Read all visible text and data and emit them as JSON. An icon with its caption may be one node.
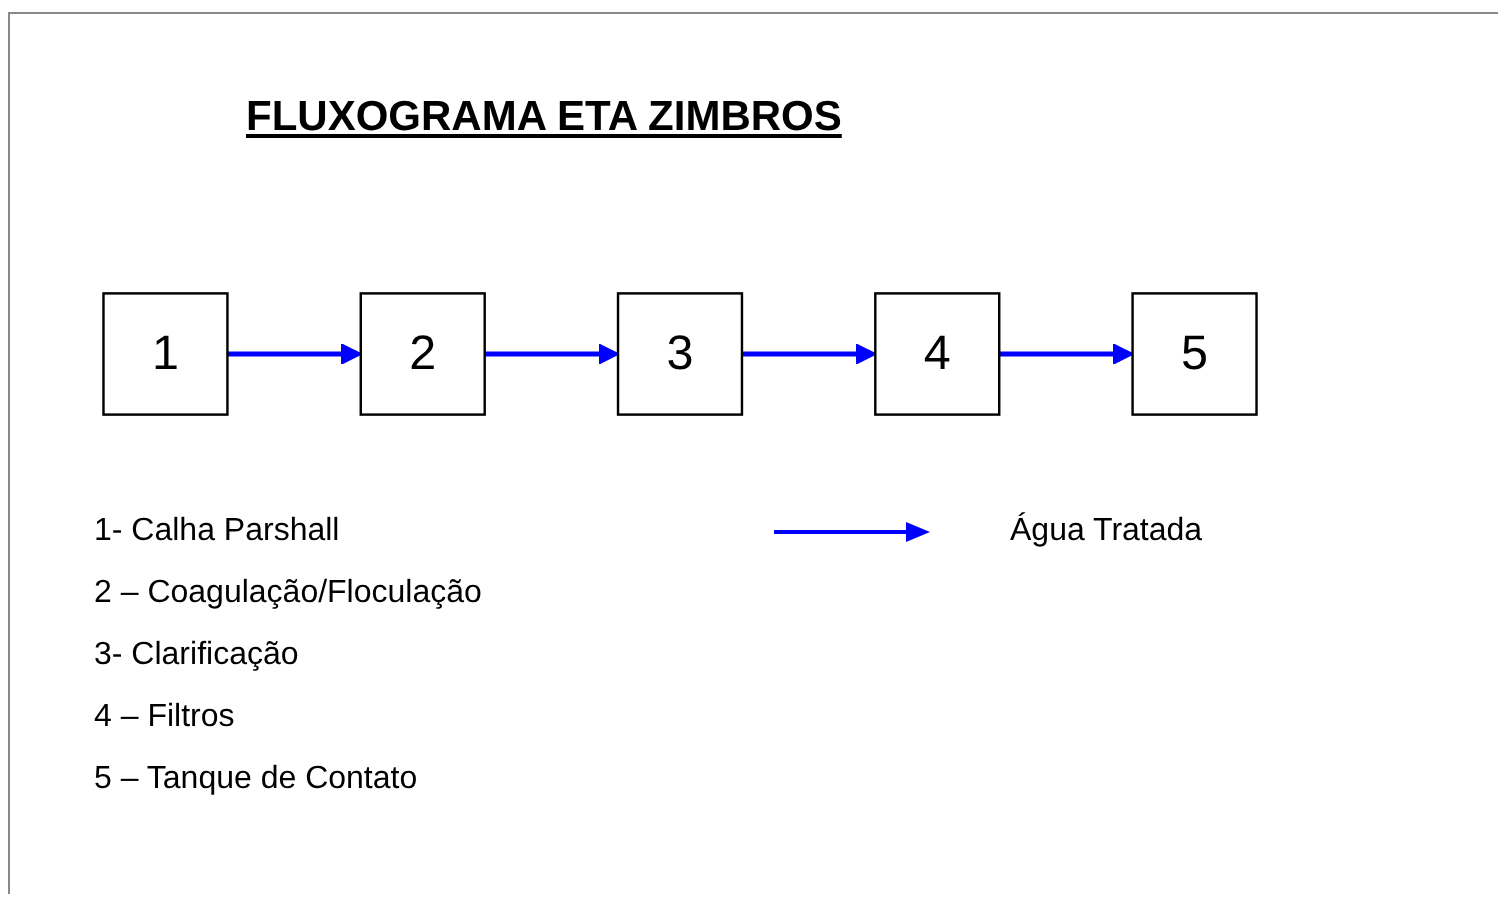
{
  "diagram": {
    "title": "FLUXOGRAMA ETA ZIMBROS",
    "nodes": [
      {
        "text": [
          "1"
        ]
      },
      {
        "text": [
          "2"
        ]
      },
      {
        "text": [
          "3"
        ]
      },
      {
        "text": [
          "4"
        ]
      },
      {
        "text": [
          "5"
        ]
      }
    ],
    "edges": [
      {
        "from": 0,
        "to": 1,
        "arrow": "to"
      },
      {
        "from": 1,
        "to": 2,
        "arrow": "to"
      },
      {
        "from": 2,
        "to": 3,
        "arrow": "to"
      },
      {
        "from": 3,
        "to": 4,
        "arrow": "to"
      }
    ],
    "labels": [
      "1- Calha Parshall",
      "2 – Coagulação/Floculação",
      "3- Clarificação",
      "4 – Filtros",
      "5 – Tanque de Contato"
    ],
    "legend": [
      {
        "text": "Água Tratada"
      }
    ]
  }
}
